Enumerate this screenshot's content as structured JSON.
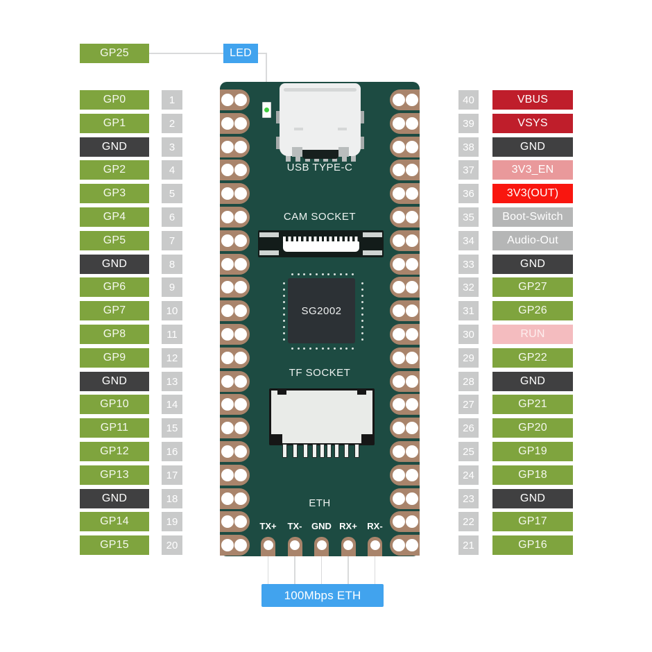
{
  "callouts": {
    "gp25": "GP25",
    "led": "LED",
    "eth": "100Mbps ETH"
  },
  "left_pins": [
    {
      "label": "GP0",
      "num": "1",
      "type": "gpio"
    },
    {
      "label": "GP1",
      "num": "2",
      "type": "gpio"
    },
    {
      "label": "GND",
      "num": "3",
      "type": "gnd"
    },
    {
      "label": "GP2",
      "num": "4",
      "type": "gpio"
    },
    {
      "label": "GP3",
      "num": "5",
      "type": "gpio"
    },
    {
      "label": "GP4",
      "num": "6",
      "type": "gpio"
    },
    {
      "label": "GP5",
      "num": "7",
      "type": "gpio"
    },
    {
      "label": "GND",
      "num": "8",
      "type": "gnd"
    },
    {
      "label": "GP6",
      "num": "9",
      "type": "gpio"
    },
    {
      "label": "GP7",
      "num": "10",
      "type": "gpio"
    },
    {
      "label": "GP8",
      "num": "11",
      "type": "gpio"
    },
    {
      "label": "GP9",
      "num": "12",
      "type": "gpio"
    },
    {
      "label": "GND",
      "num": "13",
      "type": "gnd"
    },
    {
      "label": "GP10",
      "num": "14",
      "type": "gpio"
    },
    {
      "label": "GP11",
      "num": "15",
      "type": "gpio"
    },
    {
      "label": "GP12",
      "num": "16",
      "type": "gpio"
    },
    {
      "label": "GP13",
      "num": "17",
      "type": "gpio"
    },
    {
      "label": "GND",
      "num": "18",
      "type": "gnd"
    },
    {
      "label": "GP14",
      "num": "19",
      "type": "gpio"
    },
    {
      "label": "GP15",
      "num": "20",
      "type": "gpio"
    }
  ],
  "right_pins": [
    {
      "num": "40",
      "label": "VBUS",
      "type": "power"
    },
    {
      "num": "39",
      "label": "VSYS",
      "type": "power"
    },
    {
      "num": "38",
      "label": "GND",
      "type": "gnd"
    },
    {
      "num": "37",
      "label": "3V3_EN",
      "type": "enable"
    },
    {
      "num": "36",
      "label": "3V3(OUT)",
      "type": "out"
    },
    {
      "num": "35",
      "label": "Boot-Switch",
      "type": "func"
    },
    {
      "num": "34",
      "label": "Audio-Out",
      "type": "func"
    },
    {
      "num": "33",
      "label": "GND",
      "type": "gnd"
    },
    {
      "num": "32",
      "label": "GP27",
      "type": "gpio"
    },
    {
      "num": "31",
      "label": "GP26",
      "type": "gpio"
    },
    {
      "num": "30",
      "label": "RUN",
      "type": "run"
    },
    {
      "num": "29",
      "label": "GP22",
      "type": "gpio"
    },
    {
      "num": "28",
      "label": "GND",
      "type": "gnd"
    },
    {
      "num": "27",
      "label": "GP21",
      "type": "gpio"
    },
    {
      "num": "26",
      "label": "GP20",
      "type": "gpio"
    },
    {
      "num": "25",
      "label": "GP19",
      "type": "gpio"
    },
    {
      "num": "24",
      "label": "GP18",
      "type": "gpio"
    },
    {
      "num": "23",
      "label": "GND",
      "type": "gnd"
    },
    {
      "num": "22",
      "label": "GP17",
      "type": "gpio"
    },
    {
      "num": "21",
      "label": "GP16",
      "type": "gpio"
    }
  ],
  "board": {
    "usb_label": "USB TYPE-C",
    "cam_label": "CAM SOCKET",
    "chip_label": "SG2002",
    "tf_label": "TF SOCKET",
    "eth_label": "ETH",
    "eth_pins": [
      "TX+",
      "TX-",
      "GND",
      "RX+",
      "RX-"
    ]
  },
  "colors": {
    "gpio": "#7fa43e",
    "gnd": "#404041",
    "num": "#c9caca",
    "power": "#bf1e2b",
    "enable": "#e9999b",
    "out": "#f9160f",
    "func": "#b5b6b6",
    "run_bg": "#f4bcbf",
    "run_text": "#fdeeee",
    "callout_blue": "#41a3ee",
    "board": "#1d4b42",
    "pad": "#a9846b",
    "chip": "#2c3135",
    "led_dot": "#3fcc3f",
    "line": "#d9dadb"
  }
}
